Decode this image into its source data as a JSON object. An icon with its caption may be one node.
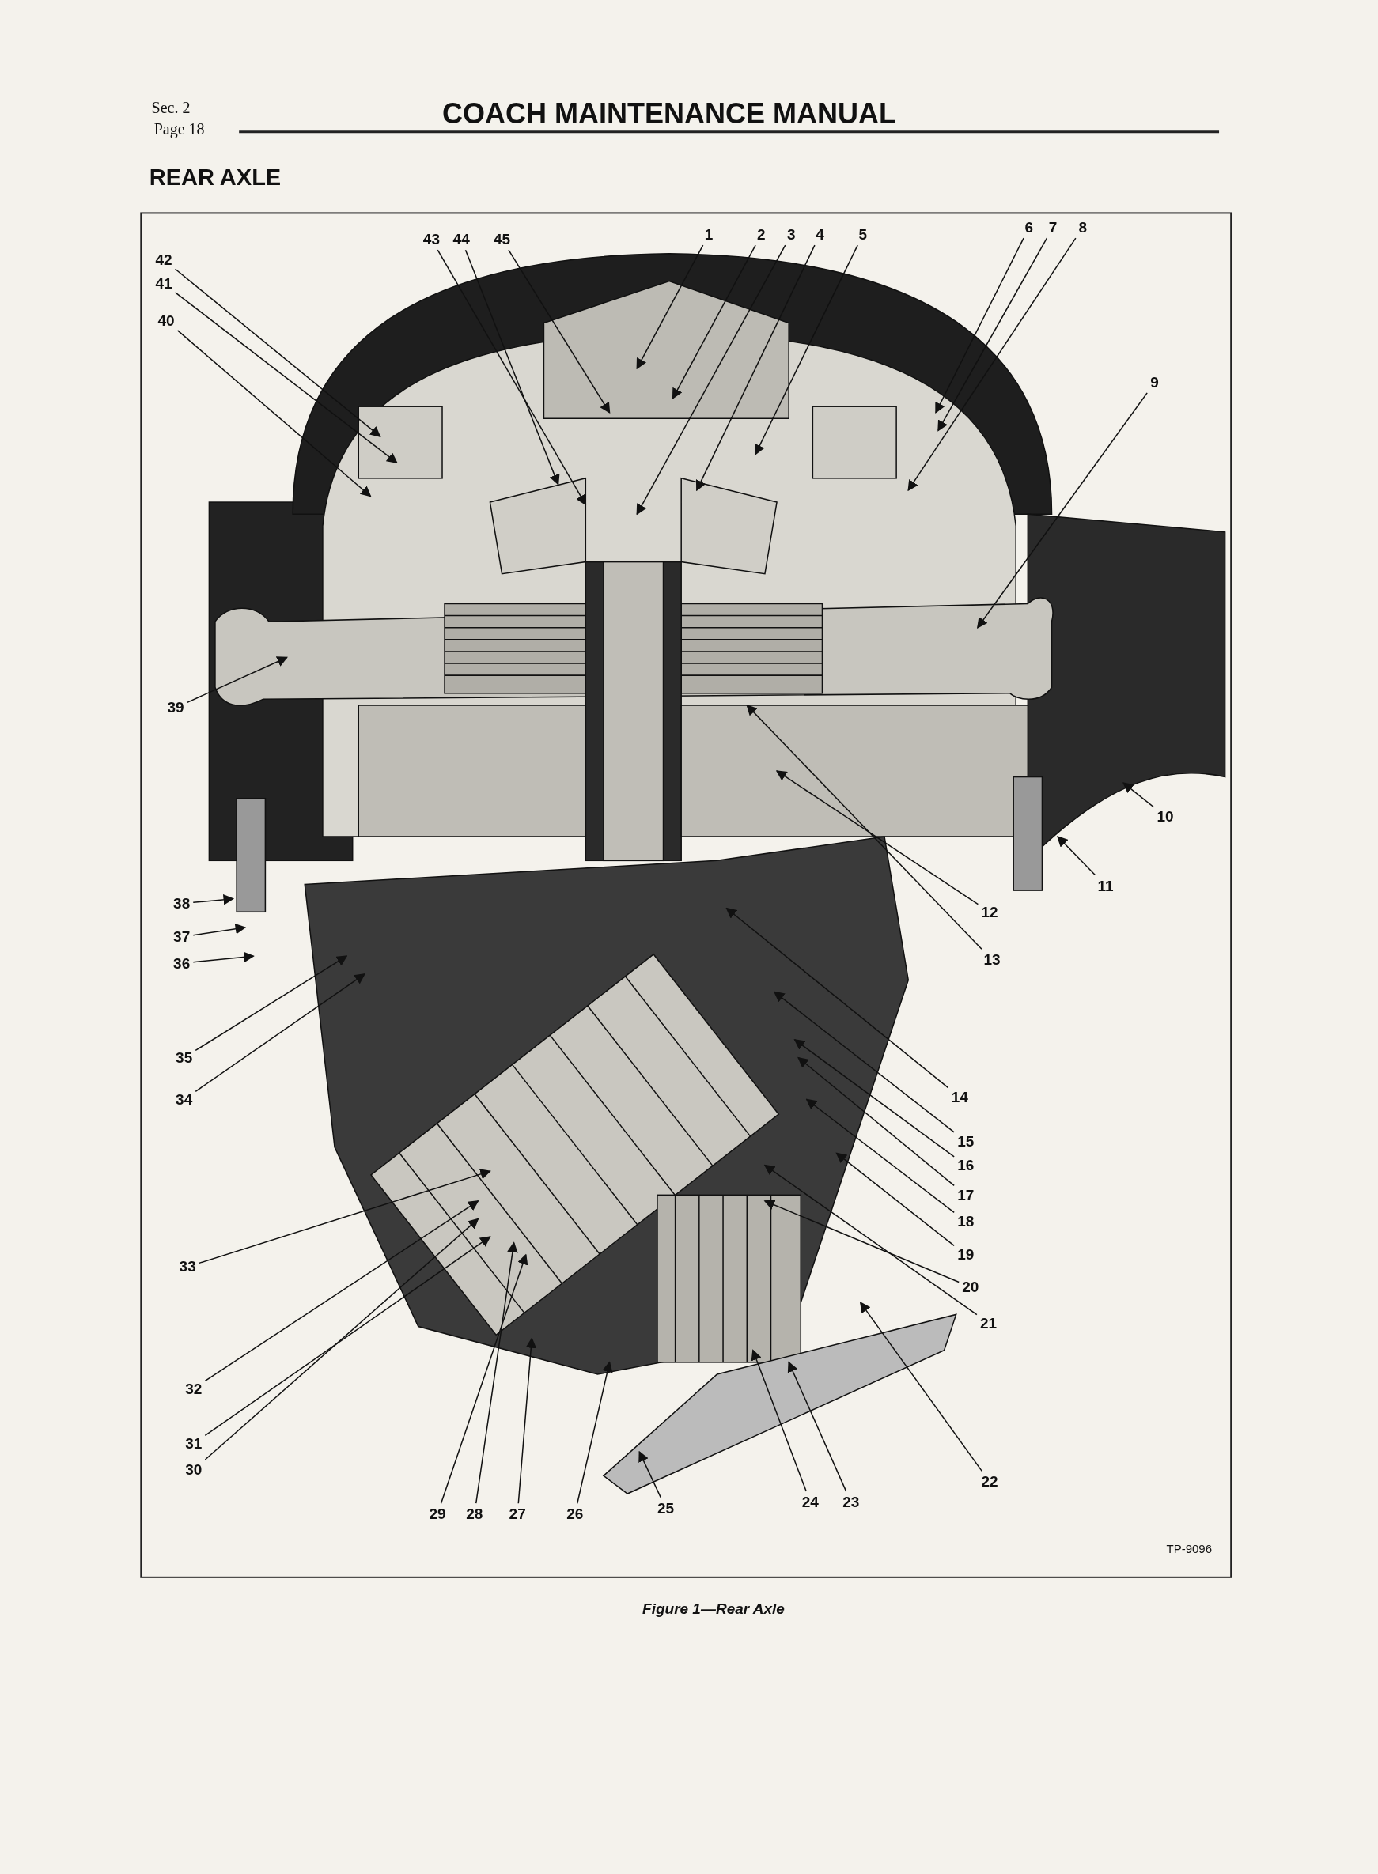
{
  "diagram": {
    "title": "COACH MAINTENANCE MANUAL",
    "caption": "Figure 1—Rear Axle",
    "nodes": [
      {
        "text": [
          "1"
        ]
      },
      {
        "text": [
          "2"
        ]
      },
      {
        "text": [
          "3"
        ]
      },
      {
        "text": [
          "4"
        ]
      },
      {
        "text": [
          "5"
        ]
      },
      {
        "text": [
          "6"
        ]
      },
      {
        "text": [
          "7"
        ]
      },
      {
        "text": [
          "8"
        ]
      },
      {
        "text": [
          "9"
        ]
      },
      {
        "text": [
          "10"
        ]
      },
      {
        "text": [
          "11"
        ]
      },
      {
        "text": [
          "12"
        ]
      },
      {
        "text": [
          "13"
        ]
      },
      {
        "text": [
          "14"
        ]
      },
      {
        "text": [
          "15"
        ]
      },
      {
        "text": [
          "16"
        ]
      },
      {
        "text": [
          "17"
        ]
      },
      {
        "text": [
          "18"
        ]
      },
      {
        "text": [
          "19"
        ]
      },
      {
        "text": [
          "20"
        ]
      },
      {
        "text": [
          "21"
        ]
      },
      {
        "text": [
          "22"
        ]
      },
      {
        "text": [
          "23"
        ]
      },
      {
        "text": [
          "24"
        ]
      },
      {
        "text": [
          "25"
        ]
      },
      {
        "text": [
          "26"
        ]
      },
      {
        "text": [
          "27"
        ]
      },
      {
        "text": [
          "28"
        ]
      },
      {
        "text": [
          "29"
        ]
      },
      {
        "text": [
          "30"
        ]
      },
      {
        "text": [
          "31"
        ]
      },
      {
        "text": [
          "32"
        ]
      },
      {
        "text": [
          "33"
        ]
      },
      {
        "text": [
          "34"
        ]
      },
      {
        "text": [
          "35"
        ]
      },
      {
        "text": [
          "36"
        ]
      },
      {
        "text": [
          "37"
        ]
      },
      {
        "text": [
          "38"
        ]
      },
      {
        "text": [
          "39"
        ]
      },
      {
        "text": [
          "40"
        ]
      },
      {
        "text": [
          "41"
        ]
      },
      {
        "text": [
          "42"
        ]
      },
      {
        "text": [
          "43"
        ]
      },
      {
        "text": [
          "44"
        ]
      },
      {
        "text": [
          "45"
        ]
      }
    ],
    "edges": [
      {
        "from": 0,
        "to": null,
        "arrow": "to"
      },
      {
        "from": 1,
        "to": null,
        "arrow": "to"
      },
      {
        "from": 2,
        "to": null,
        "arrow": "to"
      },
      {
        "from": 3,
        "to": null,
        "arrow": "to"
      },
      {
        "from": 4,
        "to": null,
        "arrow": "to"
      },
      {
        "from": 5,
        "to": null,
        "arrow": "to"
      },
      {
        "from": 6,
        "to": null,
        "arrow": "to"
      },
      {
        "from": 7,
        "to": null,
        "arrow": "to"
      },
      {
        "from": 8,
        "to": null,
        "arrow": "to"
      },
      {
        "from": 9,
        "to": null,
        "arrow": "to"
      },
      {
        "from": 10,
        "to": null,
        "arrow": "to"
      },
      {
        "from": 11,
        "to": null,
        "arrow": "to"
      },
      {
        "from": 12,
        "to": null,
        "arrow": "to"
      },
      {
        "from": 13,
        "to": null,
        "arrow": "to"
      },
      {
        "from": 14,
        "to": null,
        "arrow": "to"
      },
      {
        "from": 15,
        "to": null,
        "arrow": "to"
      },
      {
        "from": 16,
        "to": null,
        "arrow": "to"
      },
      {
        "from": 17,
        "to": null,
        "arrow": "to"
      },
      {
        "from": 18,
        "to": null,
        "arrow": "to"
      },
      {
        "from": 19,
        "to": null,
        "arrow": "to"
      },
      {
        "from": 20,
        "to": null,
        "arrow": "to"
      },
      {
        "from": 21,
        "to": null,
        "arrow": "to"
      },
      {
        "from": 22,
        "to": null,
        "arrow": "to"
      },
      {
        "from": 23,
        "to": null,
        "arrow": "to"
      },
      {
        "from": 24,
        "to": null,
        "arrow": "to"
      },
      {
        "from": 25,
        "to": null,
        "arrow": "to"
      },
      {
        "from": 26,
        "to": null,
        "arrow": "to"
      },
      {
        "from": 27,
        "to": null,
        "arrow": "to"
      },
      {
        "from": 28,
        "to": null,
        "arrow": "to"
      },
      {
        "from": 29,
        "to": null,
        "arrow": "to"
      },
      {
        "from": 30,
        "to": null,
        "arrow": "to"
      },
      {
        "from": 31,
        "to": null,
        "arrow": "to"
      },
      {
        "from": 32,
        "to": null,
        "arrow": "to"
      },
      {
        "from": 33,
        "to": null,
        "arrow": "to"
      },
      {
        "from": 34,
        "to": null,
        "arrow": "to"
      },
      {
        "from": 35,
        "to": null,
        "arrow": "to"
      },
      {
        "from": 36,
        "to": null,
        "arrow": "to"
      },
      {
        "from": 37,
        "to": null,
        "arrow": "to"
      },
      {
        "from": 38,
        "to": null,
        "arrow": "to"
      },
      {
        "from": 39,
        "to": null,
        "arrow": "to"
      },
      {
        "from": 40,
        "to": null,
        "arrow": "to"
      },
      {
        "from": 41,
        "to": null,
        "arrow": "to"
      },
      {
        "from": 42,
        "to": null,
        "arrow": "to"
      },
      {
        "from": 43,
        "to": null,
        "arrow": "to"
      },
      {
        "from": 44,
        "to": null,
        "arrow": "to"
      }
    ],
    "labels": [
      "Sec. 2",
      "Page 18",
      "REAR AXLE",
      "TP-9096"
    ]
  }
}
